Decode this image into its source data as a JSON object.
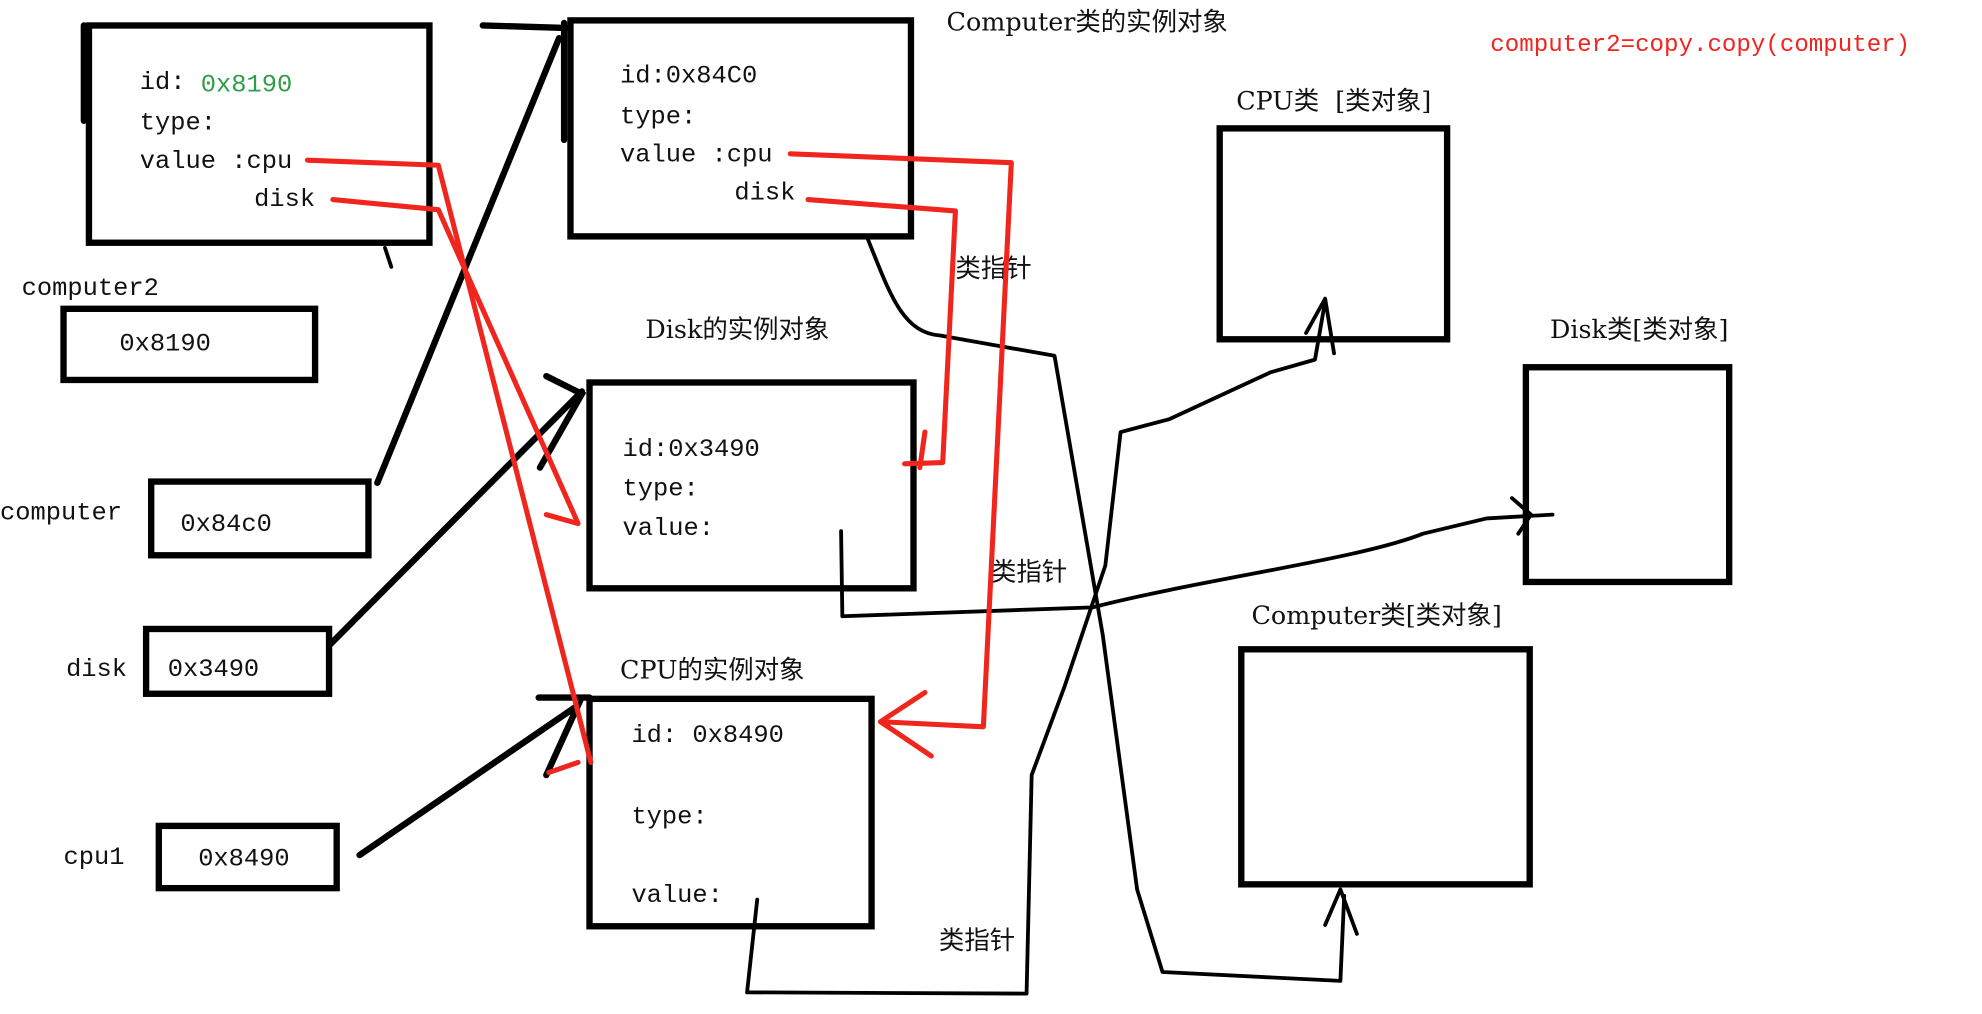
{
  "title_formula": "computer2=copy.copy(computer)",
  "colors": {
    "formula": "#f0261e",
    "pointer": "#f0261e",
    "green_id": "#2e9e4a"
  },
  "variables": [
    {
      "name": "computer2",
      "value": "0x8190"
    },
    {
      "name": "computer",
      "value": "0x84c0"
    },
    {
      "name": "disk",
      "value": "0x3490"
    },
    {
      "name": "cpu1",
      "value": "0x8490"
    }
  ],
  "computer2_copy": {
    "id_label": "id:",
    "id": "0x8190",
    "type": "type:",
    "value": "value :cpu",
    "disk": "disk"
  },
  "computer_instance": {
    "caption": "Computer类的实例对象",
    "id": "id:0x84C0",
    "type": "type:",
    "value": "value :cpu",
    "disk": "disk"
  },
  "disk_instance": {
    "caption": "Disk的实例对象",
    "id": "id:0x3490",
    "type": "type:",
    "value": "value:"
  },
  "cpu_instance": {
    "caption": "CPU的实例对象",
    "id": "id: 0x8490",
    "type": "type:",
    "value": "value:"
  },
  "class_objects": {
    "cpu": "CPU类  [类对象]",
    "disk": "Disk类[类对象]",
    "computer": "Computer类[类对象]"
  },
  "class_pointer_label": "类指针"
}
